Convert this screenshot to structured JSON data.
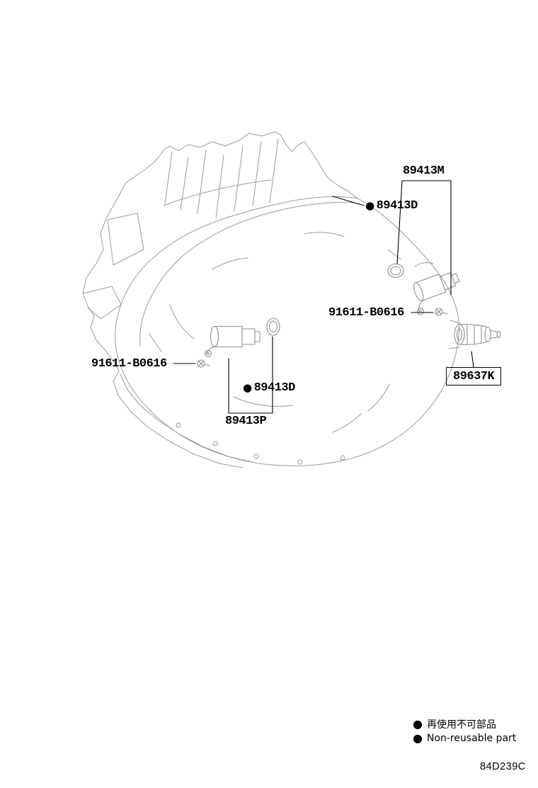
{
  "diagram": {
    "code": "84D239C",
    "non_reusable_marker": "●",
    "labels": {
      "part_89413M": "89413M",
      "part_89413D_top": "89413D",
      "part_91611_right": "91611-B0616",
      "part_89637K": "89637K",
      "part_91611_left": "91611-B0616",
      "part_89413D_mid": "89413D",
      "part_89413P": "89413P"
    },
    "legend": {
      "ja": "再使用不可部品",
      "en": "Non-reusable part"
    },
    "colors": {
      "line_art": "#9a9a9a",
      "callout": "#000000",
      "background": "#ffffff"
    }
  }
}
